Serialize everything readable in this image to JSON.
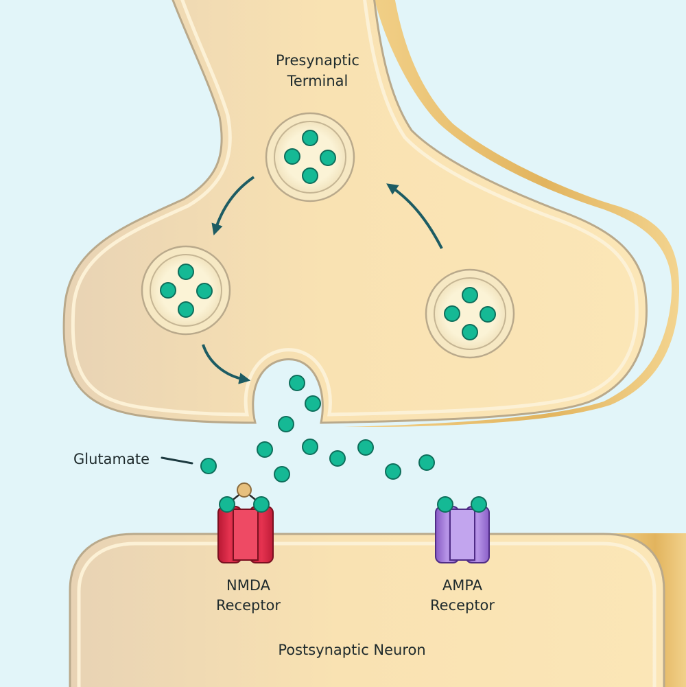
{
  "labels": {
    "presynaptic_line1": "Presynaptic",
    "presynaptic_line2": "Terminal",
    "glutamate": "Glutamate",
    "nmda_line1": "NMDA",
    "nmda_line2": "Receptor",
    "ampa_line1": "AMPA",
    "ampa_line2": "Receptor",
    "postsynaptic": "Postsynaptic Neuron"
  },
  "colors": {
    "background": "#e2f5f9",
    "cell_fill": "#fae5b6",
    "cell_outline": "#b9a98b",
    "cell_shade": "#e9bf67",
    "glutamate": "#15b995",
    "arrow": "#1d5c63",
    "nmda": "#d6203f",
    "ampa": "#9d6fd6",
    "magnesium": "#e7c07d"
  }
}
